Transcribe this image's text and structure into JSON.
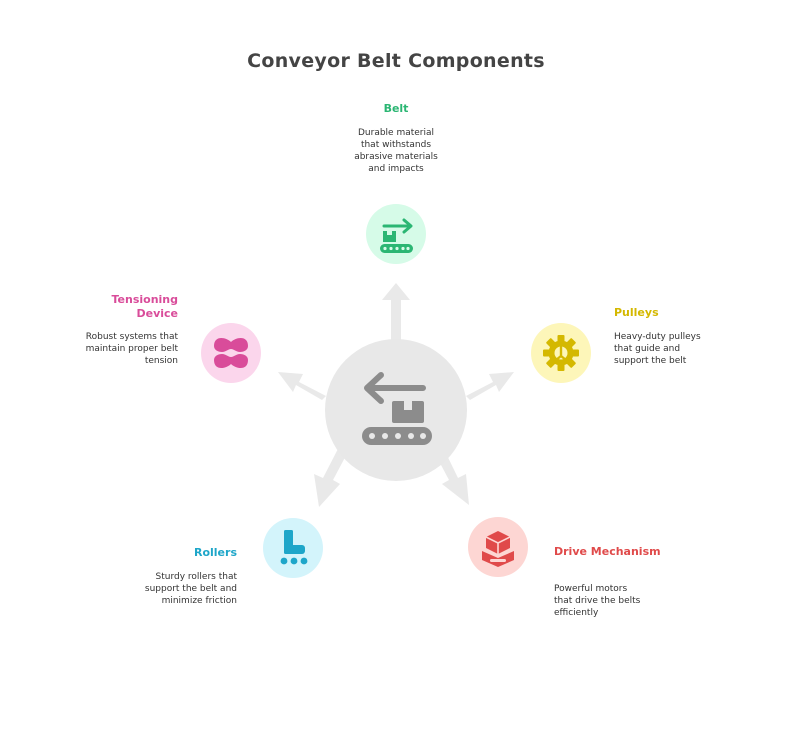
{
  "title": "Conveyor Belt Components",
  "colors": {
    "center": "#e8e8e8",
    "center_icon": "#8c8c8c",
    "arrow": "#e9e9e9"
  },
  "hub": {
    "icon": "conveyor-belt-icon"
  },
  "nodes": [
    {
      "id": "belt",
      "label": "Belt",
      "description": [
        "Durable material",
        "that withstands",
        "abrasive materials",
        "and impacts"
      ],
      "color": "#2bb673",
      "bg": "#d6fbe8",
      "icon": "conveyor-arrow-icon"
    },
    {
      "id": "pulleys",
      "label": "Pulleys",
      "description": [
        "Heavy-duty pulleys",
        "that guide and",
        "support the belt"
      ],
      "color": "#d4b800",
      "bg": "#fdf6b9",
      "icon": "gear-icon"
    },
    {
      "id": "drive",
      "label": "Drive Mechanism",
      "description": [
        "Powerful motors",
        "that drive the belts",
        "efficiently"
      ],
      "color": "#e04a4a",
      "bg": "#fdd6d3",
      "icon": "motor-icon"
    },
    {
      "id": "rollers",
      "label": "Rollers",
      "description": [
        "Sturdy rollers that",
        "support the belt and",
        "minimize friction"
      ],
      "color": "#1ea6c9",
      "bg": "#d3f4fb",
      "icon": "roller-skate-icon"
    },
    {
      "id": "tension",
      "label": "Tensioning Device",
      "description": [
        "Robust systems that",
        "maintain proper belt",
        "tension"
      ],
      "color": "#d94c9a",
      "bg": "#fbd6ec",
      "icon": "tension-band-icon"
    }
  ]
}
